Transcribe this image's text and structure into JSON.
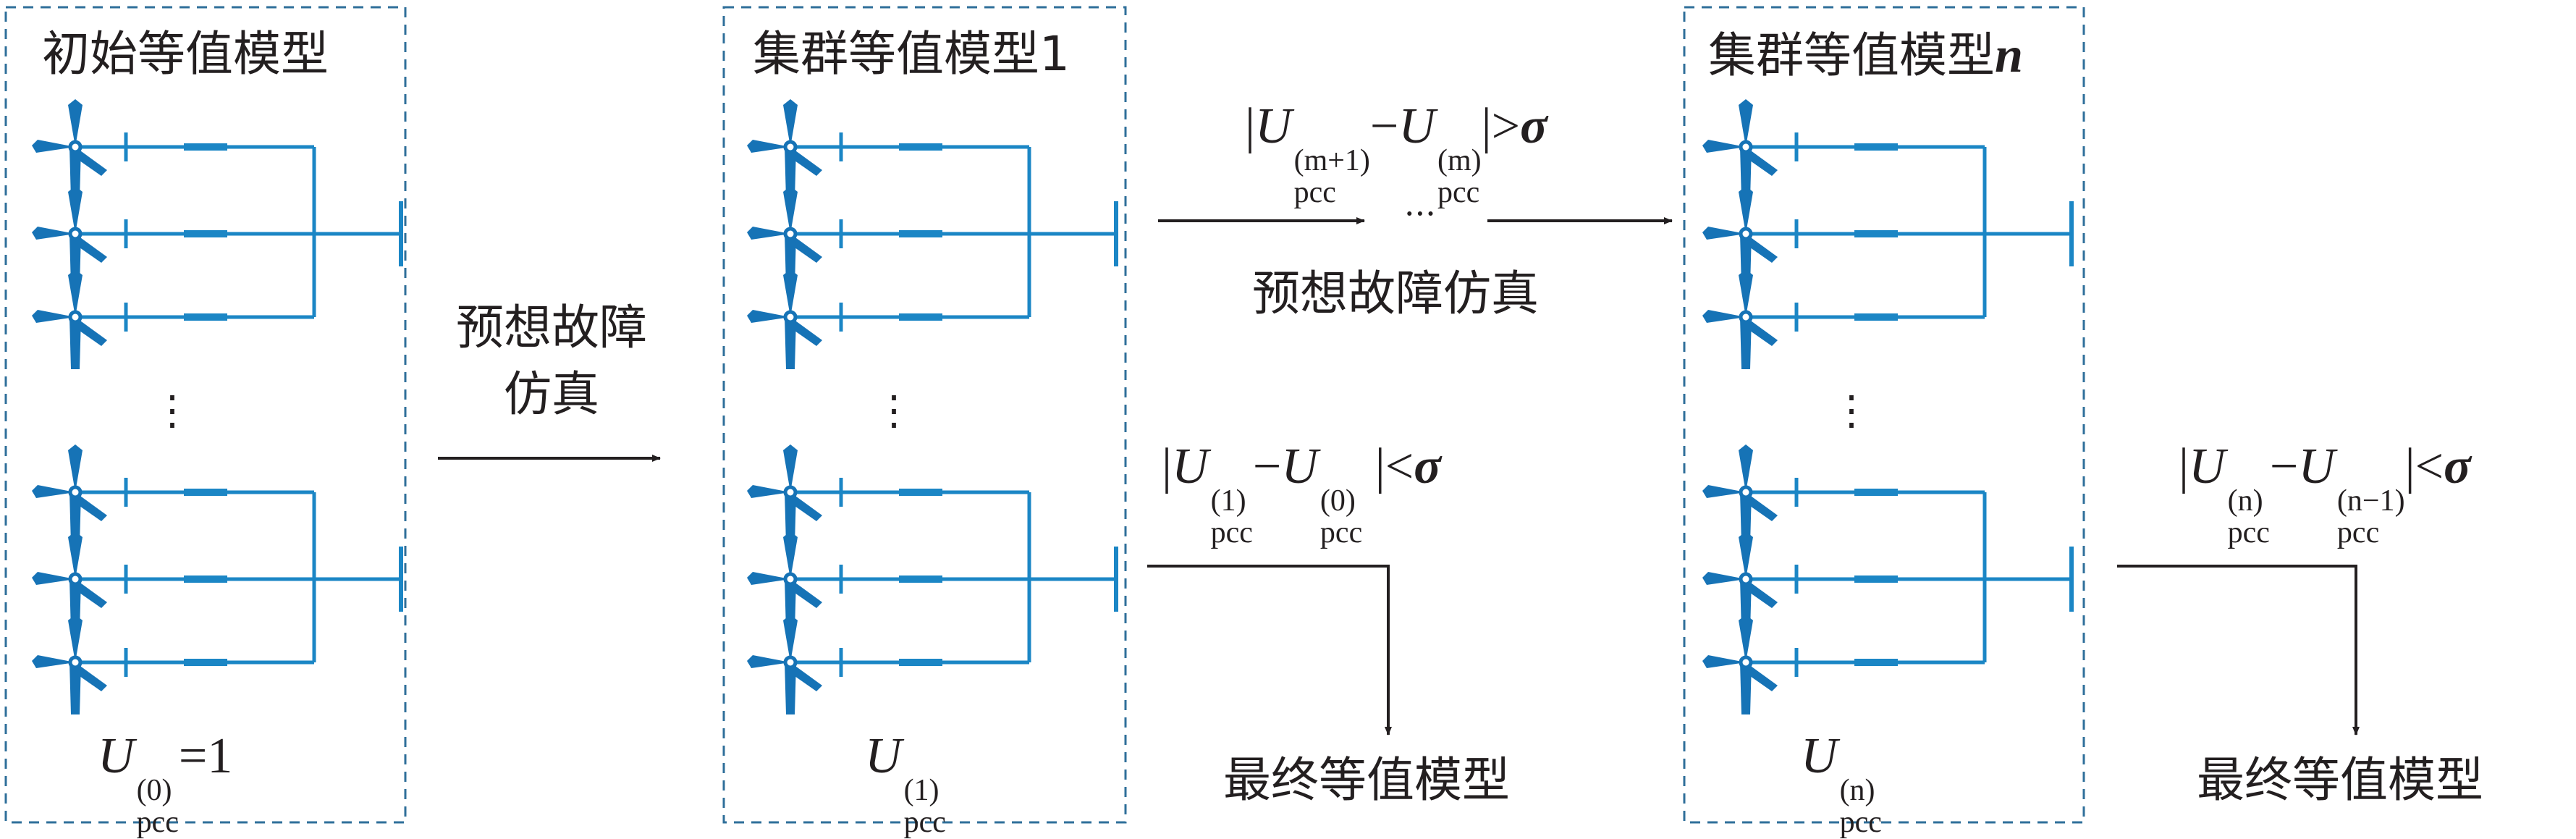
{
  "colors": {
    "network": "#1b86c5",
    "turbine": "#1673b6",
    "box_border": "#2f6f9a",
    "arrow": "#231f20",
    "text": "#231f20"
  },
  "boxes": [
    {
      "title": "初始等值模型",
      "voltage": {
        "var": "U",
        "sup": "(0)",
        "sub": "pcc",
        "rhs": "=1"
      }
    },
    {
      "title": "集群等值模型1",
      "voltage": {
        "var": "U",
        "sup": "(1)",
        "sub": "pcc",
        "rhs": ""
      }
    },
    {
      "title": "集群等值模型",
      "title_suffix": "n",
      "voltage": {
        "var": "U",
        "sup": "(n)",
        "sub": "pcc",
        "rhs": ""
      }
    }
  ],
  "ellipsis_vertical": "⋮",
  "ellipsis_horizontal": "···",
  "labels": {
    "sim_line1": "预想故障",
    "sim_line2": "仿真",
    "sim_single": "预想故障仿真",
    "final_model_1": "最终等值模型",
    "final_model_2": "最终等值模型"
  },
  "conditions": {
    "diverge": {
      "sup1": "(m+1)",
      "sup2": "(m)",
      "sub": "pcc",
      "op": ">",
      "sym": "σ"
    },
    "converge1": {
      "sup1": "(1)",
      "sup2": "(0)",
      "sub": "pcc",
      "op": "<",
      "sym": "σ"
    },
    "converge2": {
      "sup1": "(n)",
      "sup2": "(n−1)",
      "sub": "pcc",
      "op": "<",
      "sym": "σ"
    }
  }
}
